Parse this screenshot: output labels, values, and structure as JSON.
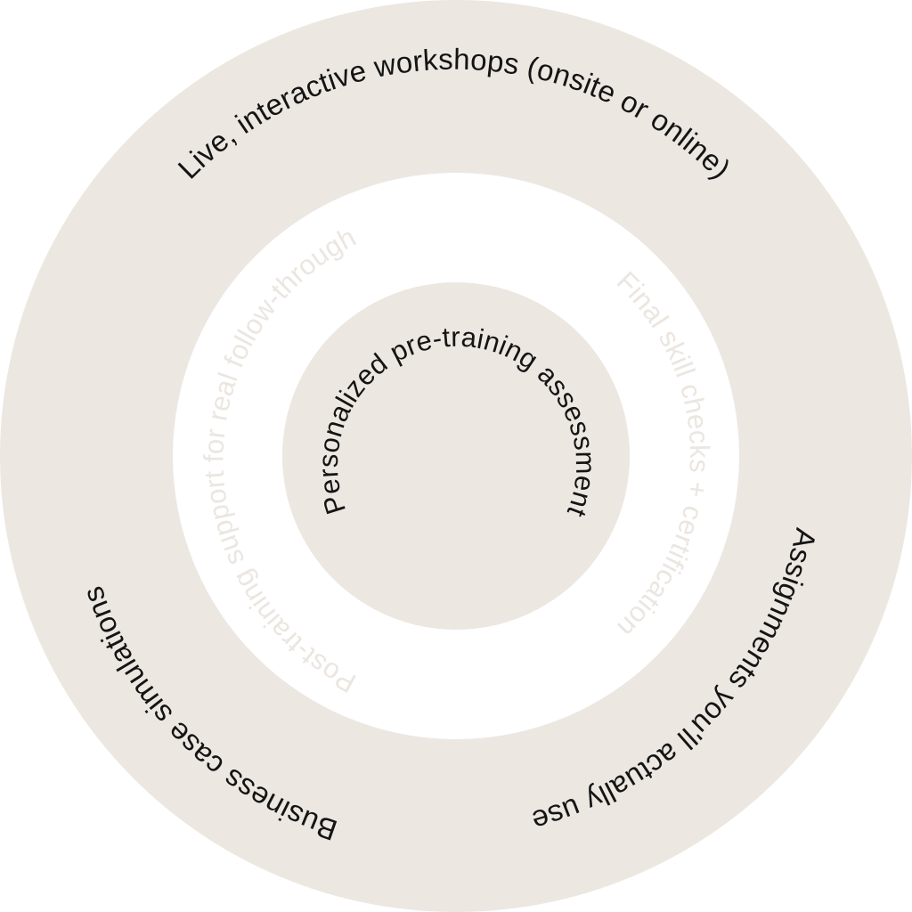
{
  "diagram": {
    "outer_ring": {
      "color": "#ece7e1",
      "text_color": "#141414",
      "labels": [
        "Live, interactive workshops (onsite or online)",
        "Assignments you'll actually use",
        "Business case simulations"
      ]
    },
    "middle_ring": {
      "color": "#ffffff",
      "text_color": "#ebe6e0",
      "labels": [
        "Final skill checks + certification",
        "Post-training support for real follow-through"
      ]
    },
    "inner_ring": {
      "color": "#ece7e1",
      "text_color": "#141414",
      "labels": [
        "Personalized pre-training assessment"
      ]
    }
  }
}
